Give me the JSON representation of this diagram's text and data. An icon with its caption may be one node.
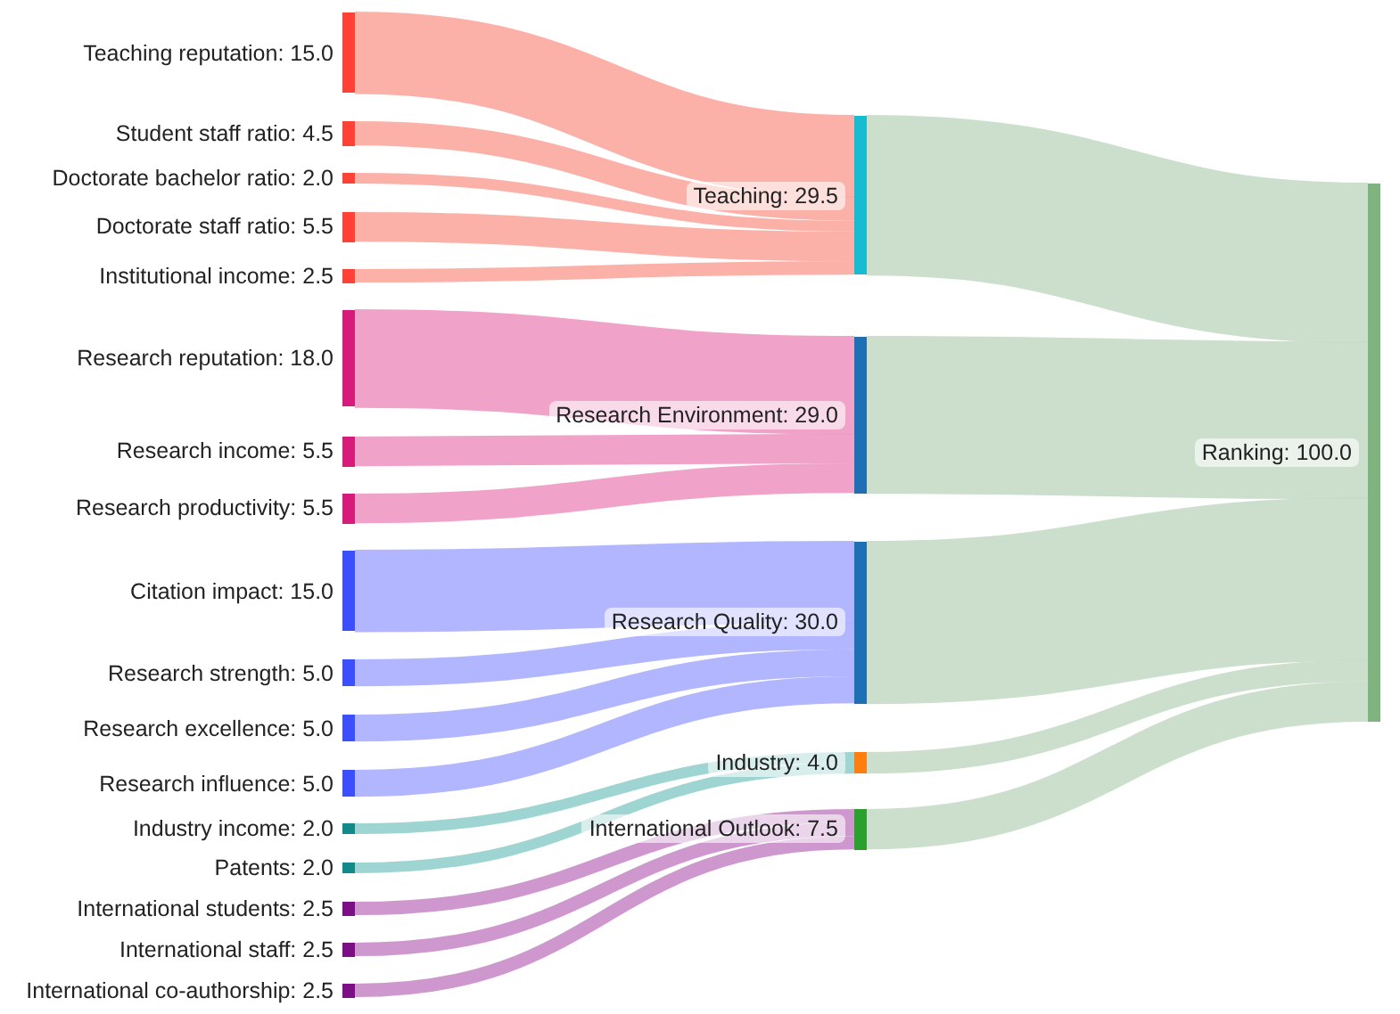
{
  "diagram": {
    "nodes": [
      {
        "text": [
          "Teaching reputation: 15.0"
        ]
      },
      {
        "text": [
          "Student staff ratio: 4.5"
        ]
      },
      {
        "text": [
          "Doctorate bachelor ratio: 2.0"
        ]
      },
      {
        "text": [
          "Doctorate staff ratio: 5.5"
        ]
      },
      {
        "text": [
          "Institutional income: 2.5"
        ]
      },
      {
        "text": [
          "Research reputation: 18.0"
        ]
      },
      {
        "text": [
          "Research income: 5.5"
        ]
      },
      {
        "text": [
          "Research productivity: 5.5"
        ]
      },
      {
        "text": [
          "Citation impact: 15.0"
        ]
      },
      {
        "text": [
          "Research strength: 5.0"
        ]
      },
      {
        "text": [
          "Research excellence: 5.0"
        ]
      },
      {
        "text": [
          "Research influence: 5.0"
        ]
      },
      {
        "text": [
          "Industry income: 2.0"
        ]
      },
      {
        "text": [
          "Patents: 2.0"
        ]
      },
      {
        "text": [
          "International students: 2.5"
        ]
      },
      {
        "text": [
          "International staff: 2.5"
        ]
      },
      {
        "text": [
          "International co-authorship: 2.5"
        ]
      },
      {
        "text": [
          "Teaching: 29.5"
        ]
      },
      {
        "text": [
          "Research Environment: 29.0"
        ]
      },
      {
        "text": [
          "Research Quality: 30.0"
        ]
      },
      {
        "text": [
          "Industry: 4.0"
        ]
      },
      {
        "text": [
          "International Outlook: 7.5"
        ]
      },
      {
        "text": [
          "Ranking: 100.0"
        ]
      }
    ],
    "edges": [
      {
        "from": 0,
        "to": 17,
        "arrow": "none",
        "style": "thick",
        "color": "#fba79f"
      },
      {
        "from": 1,
        "to": 17,
        "arrow": "none",
        "color": "#fba79f"
      },
      {
        "from": 2,
        "to": 17,
        "arrow": "none",
        "color": "#fba79f"
      },
      {
        "from": 3,
        "to": 17,
        "arrow": "none",
        "color": "#fba79f"
      },
      {
        "from": 4,
        "to": 17,
        "arrow": "none",
        "color": "#fba79f"
      },
      {
        "from": 5,
        "to": 18,
        "arrow": "none",
        "style": "thick",
        "color": "#f098c2"
      },
      {
        "from": 6,
        "to": 18,
        "arrow": "none",
        "color": "#f098c2"
      },
      {
        "from": 7,
        "to": 18,
        "arrow": "none",
        "color": "#f098c2"
      },
      {
        "from": 8,
        "to": 19,
        "arrow": "none",
        "style": "thick",
        "color": "#a8aeff"
      },
      {
        "from": 9,
        "to": 19,
        "arrow": "none",
        "color": "#a8aeff"
      },
      {
        "from": 10,
        "to": 19,
        "arrow": "none",
        "color": "#a8aeff"
      },
      {
        "from": 11,
        "to": 19,
        "arrow": "none",
        "color": "#a8aeff"
      },
      {
        "from": 12,
        "to": 20,
        "arrow": "none",
        "color": "#93cfcc"
      },
      {
        "from": 13,
        "to": 20,
        "arrow": "none",
        "color": "#93cfcc"
      },
      {
        "from": 14,
        "to": 21,
        "arrow": "none",
        "color": "#c98cc9"
      },
      {
        "from": 15,
        "to": 21,
        "arrow": "none",
        "color": "#c98cc9"
      },
      {
        "from": 16,
        "to": 21,
        "arrow": "none",
        "color": "#c98cc9"
      },
      {
        "from": 17,
        "to": 22,
        "arrow": "none",
        "style": "thick",
        "color": "#c6dcc6"
      },
      {
        "from": 18,
        "to": 22,
        "arrow": "none",
        "style": "thick",
        "color": "#c6dcc6"
      },
      {
        "from": 19,
        "to": 22,
        "arrow": "none",
        "style": "thick",
        "color": "#c6dcc6"
      },
      {
        "from": 20,
        "to": 22,
        "arrow": "none",
        "color": "#c6dcc6"
      },
      {
        "from": 21,
        "to": 22,
        "arrow": "none",
        "color": "#c6dcc6"
      }
    ]
  }
}
